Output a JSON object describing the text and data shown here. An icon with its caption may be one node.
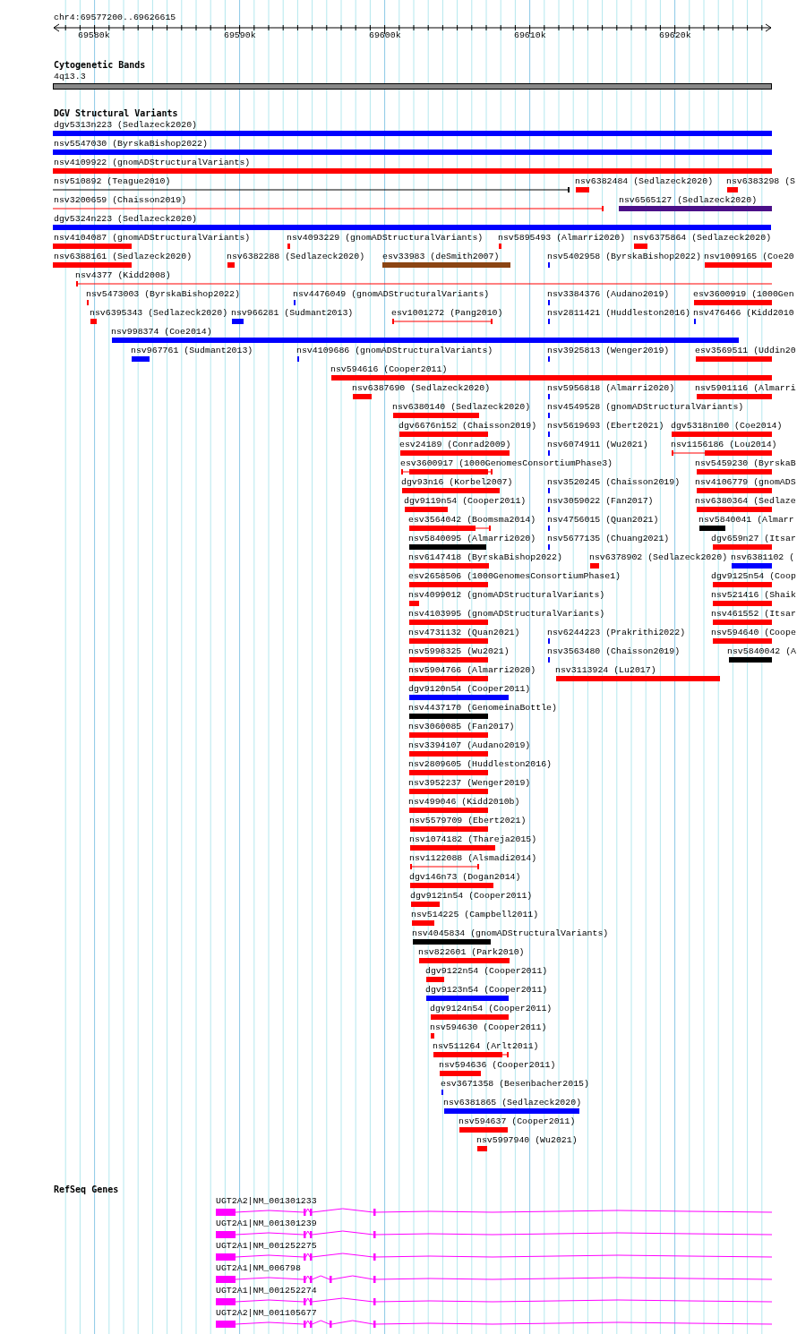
{
  "diagram": {
    "labels": [
      "chr4:69577200..69626615",
      "69580k",
      "69590k",
      "69600k",
      "69610k",
      "69620k",
      "Cytogenetic Bands",
      "4q13.3",
      "DGV Structural Variants",
      "dgv5313n223 (Sedlazeck2020)",
      "nsv5547030 (ByrskaBishop2022)",
      "nsv4109922 (gnomADStructuralVariants)",
      "nsv510892 (Teague2010)",
      "nsv6382484 (Sedlazeck2020)",
      "nsv6383298 (S",
      "nsv3200659 (Chaisson2019)",
      "nsv6565127 (Sedlazeck2020)",
      "dgv5324n223 (Sedlazeck2020)",
      "nsv4104087 (gnomADStructuralVariants)",
      "nsv4093229 (gnomADStructuralVariants)",
      "nsv5895493 (Almarri2020)",
      "nsv6375864 (Sedlazeck2020)",
      "nsv6388161 (Sedlazeck2020)",
      "nsv6382288 (Sedlazeck2020)",
      "esv33983 (deSmith2007)",
      "nsv5402958 (ByrskaBishop2022)",
      "nsv1009165 (Coe20",
      "nsv4377 (Kidd2008)",
      "nsv5473003 (ByrskaBishop2022)",
      "nsv4476049 (gnomADStructuralVariants)",
      "nsv3384376 (Audano2019)",
      "esv3600919 (1000Gen",
      "nsv6395343 (Sedlazeck2020)",
      "nsv966281 (Sudmant2013)",
      "esv1001272 (Pang2010)",
      "nsv2811421 (Huddleston2016)",
      "nsv476466 (Kidd2010",
      "nsv998374 (Coe2014)",
      "nsv967761 (Sudmant2013)",
      "nsv4109686 (gnomADStructuralVariants)",
      "nsv3925813 (Wenger2019)",
      "esv3569511 (Uddin20",
      "nsv594616 (Cooper2011)",
      "nsv6387690 (Sedlazeck2020)",
      "nsv5956818 (Almarri2020)",
      "nsv5901116 (Almarri",
      "nsv6380140 (Sedlazeck2020)",
      "nsv4549528 (gnomADStructuralVariants)",
      "dgv6676n152 (Chaisson2019)",
      "nsv5619693 (Ebert2021)",
      "dgv5318n100 (Coe2014)",
      "esv24189 (Conrad2009)",
      "nsv6074911 (Wu2021)",
      "nsv1156186 (Lou2014)",
      "esv3600917 (1000GenomesConsortiumPhase3)",
      "nsv5459230 (ByrskaB",
      "dgv93n16 (Korbel2007)",
      "nsv3520245 (Chaisson2019)",
      "nsv4106779 (gnomADS",
      "dgv9119n54 (Cooper2011)",
      "nsv3059022 (Fan2017)",
      "nsv6380364 (Sedlaze",
      "esv3564042 (Boomsma2014)",
      "nsv4756015 (Quan2021)",
      "nsv5840041 (Almarr",
      "nsv5840095 (Almarri2020)",
      "nsv5677135 (Chuang2021)",
      "dgv659n27 (Itsar",
      "nsv6147418 (ByrskaBishop2022)",
      "nsv6378902 (Sedlazeck2020)",
      "nsv6381102 (",
      "esv2658506 (1000GenomesConsortiumPhase1)",
      "dgv9125n54 (Coop",
      "nsv4099012 (gnomADStructuralVariants)",
      "nsv521416 (Shaik",
      "nsv4103995 (gnomADStructuralVariants)",
      "nsv461552 (Itsar",
      "nsv4731132 (Quan2021)",
      "nsv6244223 (Prakrithi2022)",
      "nsv594640 (Coope",
      "nsv5998325 (Wu2021)",
      "nsv3563480 (Chaisson2019)",
      "nsv5840042 (A",
      "nsv5904766 (Almarri2020)",
      "nsv3113924 (Lu2017)",
      "dgv9120n54 (Cooper2011)",
      "nsv4437170 (GenomeinaBottle)",
      "nsv3060085 (Fan2017)",
      "nsv3394107 (Audano2019)",
      "nsv2809605 (Huddleston2016)",
      "nsv3952237 (Wenger2019)",
      "nsv499046 (Kidd2010b)",
      "nsv5579709 (Ebert2021)",
      "nsv1074182 (Thareja2015)",
      "nsv1122088 (Alsmadi2014)",
      "dgv146n73 (Dogan2014)",
      "dgv9121n54 (Cooper2011)",
      "nsv514225 (Campbell2011)",
      "nsv4045834 (gnomADStructuralVariants)",
      "nsv822601 (Park2010)",
      "dgv9122n54 (Cooper2011)",
      "dgv9123n54 (Cooper2011)",
      "dgv9124n54 (Cooper2011)",
      "nsv594630 (Cooper2011)",
      "nsv511264 (Arlt2011)",
      "nsv594636 (Cooper2011)",
      "esv3671358 (Besenbacher2015)",
      "nsv6381865 (Sedlazeck2020)",
      "nsv594637 (Cooper2011)",
      "nsv5997940 (Wu2021)",
      "RefSeq Genes",
      "UGT2A2|NM_001301233",
      "UGT2A1|NM_001301239",
      "UGT2A1|NM_001252275",
      "UGT2A1|NM_006798",
      "UGT2A1|NM_001252274",
      "UGT2A2|NM_001105677"
    ]
  }
}
